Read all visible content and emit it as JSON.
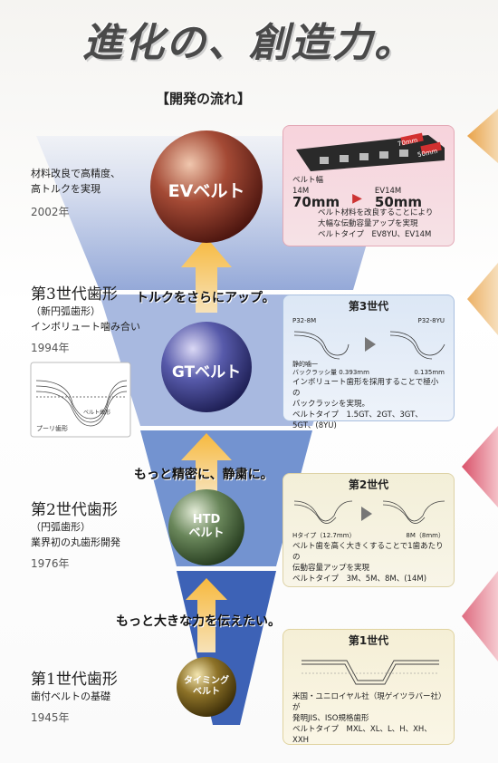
{
  "title": "進化の、創造力。",
  "section_heading": "【開発の流れ】",
  "eras": [
    {
      "name": "",
      "sub": [
        "材料改良で高精度、",
        "高トルクを実現"
      ],
      "year": "2002年"
    },
    {
      "name": "第3世代歯形",
      "sub": [
        "（新円弧歯形）",
        "インボリュート噛み合い"
      ],
      "year": "1994年"
    },
    {
      "name": "第2世代歯形",
      "sub": [
        "（円弧歯形）",
        "業界初の丸歯形開発"
      ],
      "year": "1976年"
    },
    {
      "name": "第1世代歯形",
      "sub": [
        "歯付ベルトの基礎"
      ],
      "year": "1945年"
    }
  ],
  "slogans": [
    "トルクをさらにアップ。",
    "もっと精密に、静粛に。",
    "もっと大きな力を伝えたい。"
  ],
  "balls": {
    "ev": "EVベルト",
    "gt": "GTベルト",
    "htd": [
      "HTD",
      "ベルト"
    ],
    "timing": [
      "タイミング",
      "ベルト"
    ]
  },
  "panel_ev": {
    "width_label": "ベルト幅",
    "from_code": "14M",
    "from_size": "70mm",
    "to_code": "EV14M",
    "to_size": "50mm",
    "note": [
      "ベルト材料を改良することにより",
      "大幅な伝動容量アップを実現"
    ],
    "type": "ベルトタイプ　EV8YU、EV14M",
    "badge1": "70mm",
    "badge2": "50mm"
  },
  "panel_gen3": {
    "title": "第3世代",
    "left_code": "P32-8M",
    "right_code": "P32-8YU",
    "left_note": [
      "静的噛一",
      "バックラッシ量"
    ],
    "left_value": "0.393mm",
    "right_value": "0.135mm",
    "desc": [
      "インボリュート歯形を採用することで極小の",
      "バックラッシを実現。"
    ],
    "type": "ベルトタイプ　1.5GT、2GT、3GT、5GT、(8YU)"
  },
  "panel_gen2": {
    "title": "第2世代",
    "left_code": "Hタイプ（12.7mm）",
    "right_code": "8M（8mm）",
    "desc": [
      "ベルト歯を高く大きくすることで1歯あたりの",
      "伝動容量アップを実現"
    ],
    "type": "ベルトタイプ　3M、5M、8M、(14M)"
  },
  "panel_gen1": {
    "title": "第1世代",
    "desc": [
      "米国・ユニロイヤル社（現ゲイツラバー社）が",
      "発明JIS、ISO規格歯形"
    ],
    "type": "ベルトタイプ　MXL、XL、L、H、XH、XXH"
  },
  "inset_label": "プーリ歯形",
  "inset_label2": "ベルト歯形",
  "colors": {
    "ev": "#8a2f23",
    "gt": "#3c3f8f",
    "htd": "#4d6b3d",
    "timing": "#6a5618",
    "arrow": "#f0a020",
    "funnel": "#5a7fc4"
  }
}
